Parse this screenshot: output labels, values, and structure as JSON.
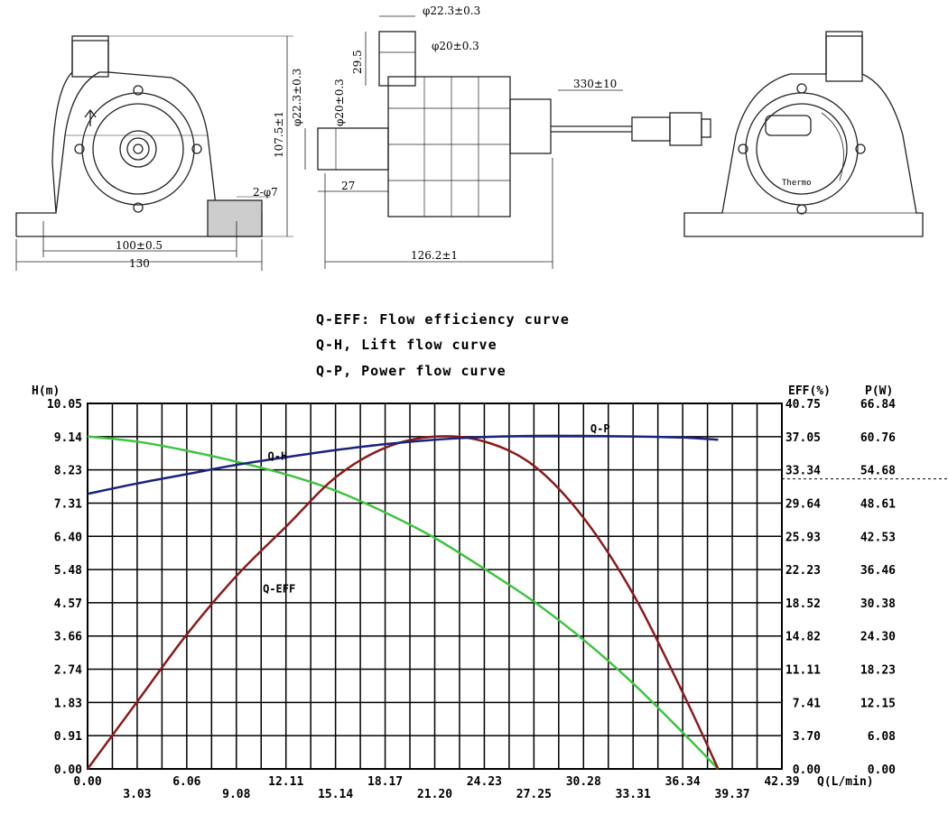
{
  "drawing": {
    "front": {
      "dim_center": "100±0.5",
      "dim_width": "130",
      "dim_height": "107.5±1",
      "dim_hole": "2-φ7"
    },
    "side": {
      "dim_outlet_outer": "φ22.3±0.3",
      "dim_outlet_inner": "φ20±0.3",
      "dim_outlet_height": "29.5",
      "dim_inlet_outer": "φ22.3±0.3",
      "dim_inlet_inner": "φ20±0.3",
      "dim_inlet_length": "27",
      "dim_length": "126.2±1",
      "dim_cable": "330±10"
    },
    "back": {
      "brand": "Thermo"
    }
  },
  "legend": [
    {
      "key": "Q-EFF:",
      "text": "Flow efficiency curve"
    },
    {
      "key": "Q-H,",
      "text": "Lift flow curve"
    },
    {
      "key": "Q-P,",
      "text": "Power flow curve"
    }
  ],
  "chart_data": {
    "type": "line",
    "xlabel": "Q(L/min)",
    "ylabel_left": "H(m)",
    "ylabel_right_1": "EFF(%)",
    "ylabel_right_2": "P(W)",
    "xlim": [
      0,
      42.39
    ],
    "x_ticks": [
      "0.00",
      "3.03",
      "6.06",
      "9.08",
      "12.11",
      "15.14",
      "18.17",
      "21.20",
      "24.23",
      "27.25",
      "30.28",
      "33.31",
      "36.34",
      "39.37",
      "42.39"
    ],
    "h_ticks": [
      "0.00",
      "0.91",
      "1.83",
      "2.74",
      "3.66",
      "4.57",
      "5.48",
      "6.40",
      "7.31",
      "8.23",
      "9.14",
      "10.05"
    ],
    "eff_ticks": [
      "0.00",
      "3.70",
      "7.41",
      "11.11",
      "14.82",
      "18.52",
      "22.23",
      "25.93",
      "29.64",
      "33.34",
      "37.05",
      "40.75"
    ],
    "p_ticks": [
      "0.00",
      "6.08",
      "12.15",
      "18.23",
      "24.30",
      "30.38",
      "36.46",
      "42.53",
      "48.61",
      "54.68",
      "60.76",
      "66.84"
    ],
    "ylim_h": [
      0,
      10.05
    ],
    "ylim_eff": [
      0,
      40.75
    ],
    "ylim_p": [
      0,
      66.84
    ],
    "series": [
      {
        "name": "Q-H",
        "axis": "h",
        "color": "#3ec43e",
        "x": [
          0,
          3.03,
          6.06,
          9.08,
          12.11,
          15.14,
          18.17,
          21.2,
          24.23,
          27.25,
          30.28,
          33.31,
          36.34,
          38.5
        ],
        "y": [
          9.14,
          9.0,
          8.75,
          8.45,
          8.1,
          7.65,
          7.05,
          6.35,
          5.5,
          4.6,
          3.55,
          2.35,
          1.0,
          0.0
        ]
      },
      {
        "name": "Q-EFF",
        "axis": "eff",
        "color": "#8b1a1a",
        "x": [
          0,
          3.03,
          6.06,
          9.08,
          12.11,
          15.14,
          18.17,
          21.2,
          24.23,
          27.25,
          30.28,
          33.31,
          36.34,
          38.5
        ],
        "y": [
          0.0,
          7.5,
          15.0,
          21.5,
          27.0,
          32.5,
          35.8,
          37.05,
          36.5,
          33.8,
          28.0,
          19.5,
          8.5,
          0.0
        ]
      },
      {
        "name": "Q-P",
        "axis": "p",
        "color": "#1a237e",
        "x": [
          0,
          3.03,
          6.06,
          9.08,
          12.11,
          15.14,
          18.17,
          21.2,
          24.23,
          27.25,
          30.28,
          33.31,
          36.34,
          38.5
        ],
        "y": [
          50.3,
          52.2,
          53.9,
          55.6,
          57.0,
          58.3,
          59.4,
          60.2,
          60.7,
          60.9,
          60.9,
          60.8,
          60.6,
          60.2
        ]
      }
    ]
  }
}
